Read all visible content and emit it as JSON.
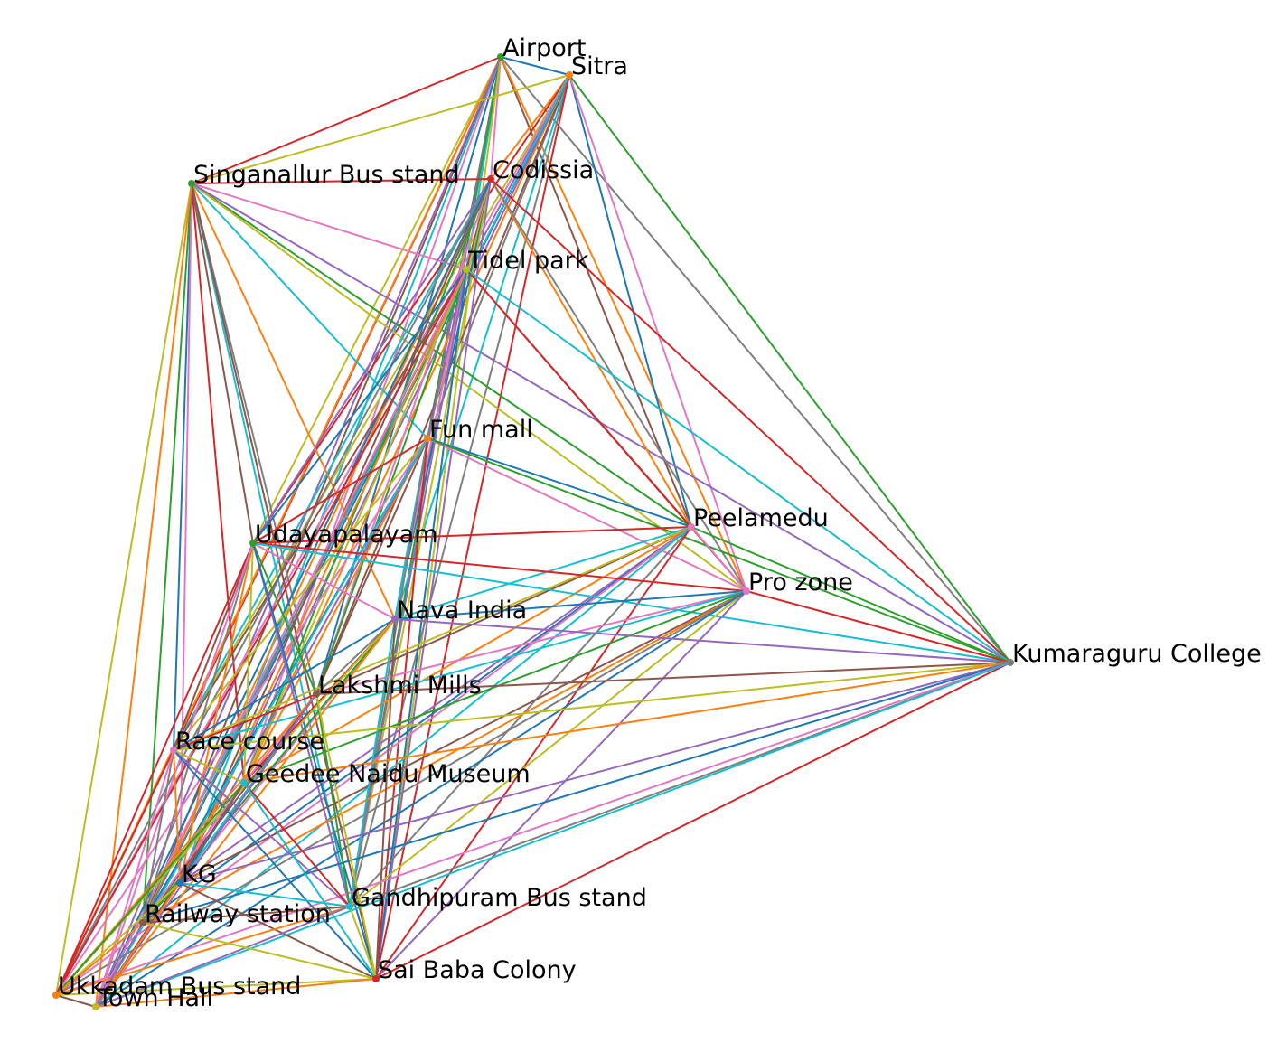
{
  "nodes": [
    {
      "id": "airport",
      "label": "Airport"
    },
    {
      "id": "sitra",
      "label": "Sitra"
    },
    {
      "id": "singanallur",
      "label": "Singanallur Bus stand"
    },
    {
      "id": "codissia",
      "label": "Codissia"
    },
    {
      "id": "tidel",
      "label": "Tidel park"
    },
    {
      "id": "funmall",
      "label": "Fun mall"
    },
    {
      "id": "peelamedu",
      "label": "Peelamedu"
    },
    {
      "id": "udayapalayam",
      "label": "Udayapalayam"
    },
    {
      "id": "prozone",
      "label": "Pro zone"
    },
    {
      "id": "navaindia",
      "label": "Nava India"
    },
    {
      "id": "kumaraguru",
      "label": "Kumaraguru College"
    },
    {
      "id": "lakshmi",
      "label": "Lakshmi Mills"
    },
    {
      "id": "racecourse",
      "label": "Race course"
    },
    {
      "id": "geedee",
      "label": "Geedee Naidu Museum"
    },
    {
      "id": "kg",
      "label": "KG"
    },
    {
      "id": "gandhipuram",
      "label": "Gandhipuram Bus stand"
    },
    {
      "id": "railway",
      "label": "Railway station"
    },
    {
      "id": "saibaba",
      "label": "Sai Baba Colony"
    },
    {
      "id": "ukkadam",
      "label": "Ukkadam Bus stand"
    },
    {
      "id": "townhall",
      "label": "Town Hall"
    }
  ],
  "edge_colors": [
    "#1f77b4",
    "#ff7f0e",
    "#2ca02c",
    "#d62728",
    "#9467bd",
    "#8c564b",
    "#e377c2",
    "#7f7f7f",
    "#bcbd22",
    "#17becf"
  ],
  "graph": {
    "type": "complete",
    "directed": false
  }
}
